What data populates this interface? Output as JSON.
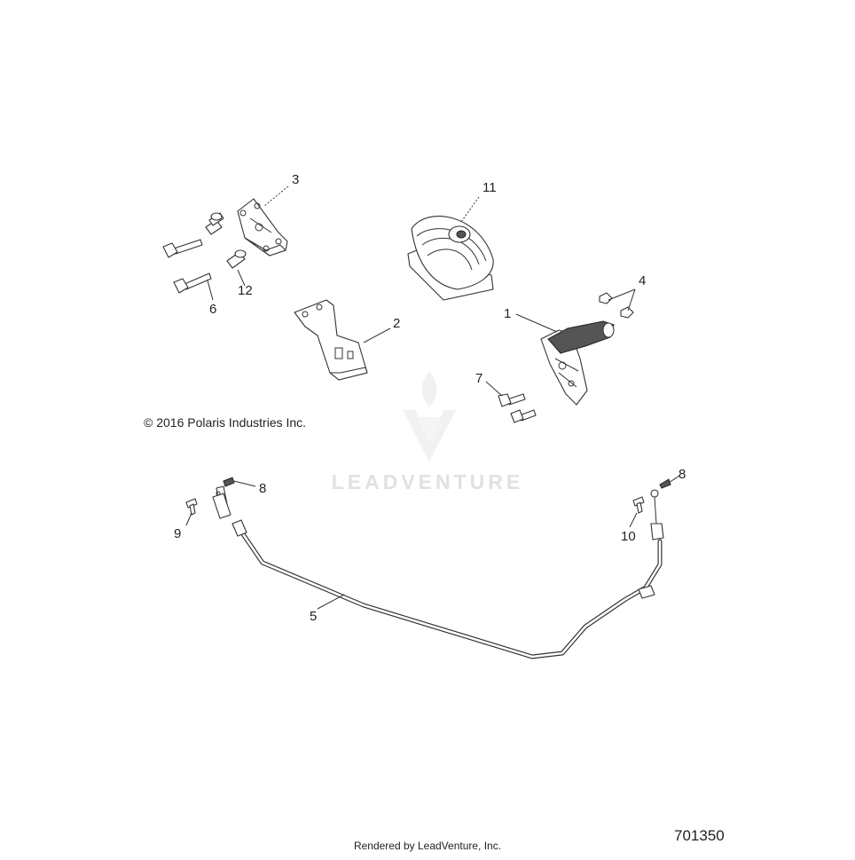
{
  "copyright": "© 2016  Polaris Industries Inc.",
  "rendered_by": "Rendered by LeadVenture, Inc.",
  "diagram_number": "701350",
  "watermark": "LEADVENTURE",
  "callouts": {
    "c1": "1",
    "c2": "2",
    "c3": "3",
    "c4": "4",
    "c5": "5",
    "c6": "6",
    "c7": "7",
    "c8a": "8",
    "c8b": "8",
    "c9": "9",
    "c10": "10",
    "c11": "11",
    "c12": "12"
  }
}
